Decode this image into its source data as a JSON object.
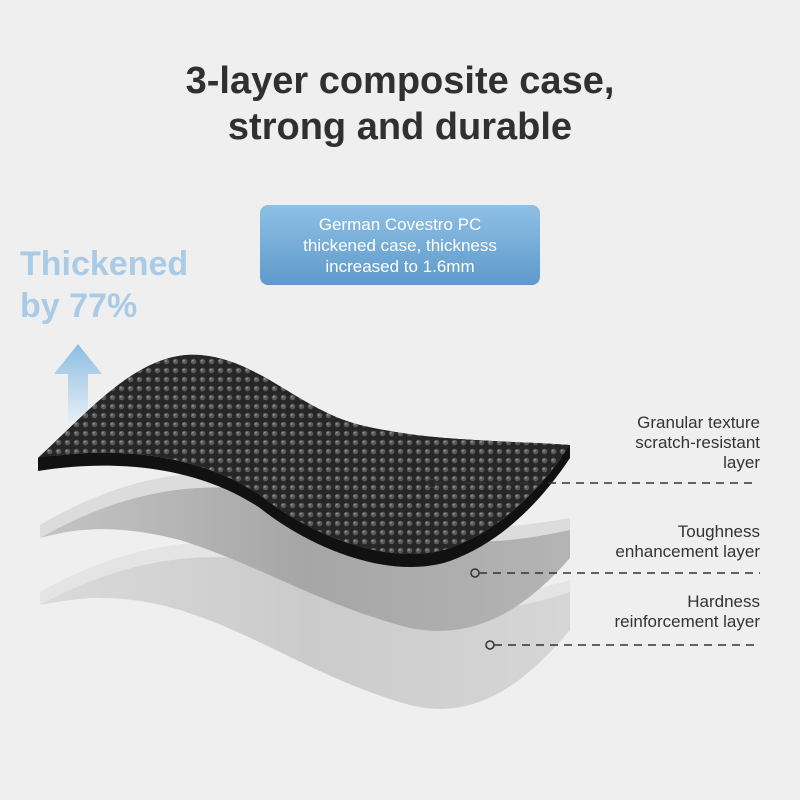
{
  "title": {
    "line1": "3-layer composite case,",
    "line2": "strong and durable"
  },
  "badge": {
    "line1": "German Covestro PC",
    "line2": "thickened case, thickness",
    "line3": "increased to 1.6mm"
  },
  "thickened": {
    "line1": "Thickened",
    "line2": "by 77%"
  },
  "layers": [
    {
      "line1": "Granular texture",
      "line2": "scratch-resistant",
      "line3": "layer"
    },
    {
      "line1": "Toughness",
      "line2": "enhancement layer"
    },
    {
      "line1": "Hardness",
      "line2": "reinforcement layer"
    }
  ],
  "colors": {
    "accent_blue": "#6aa6d4",
    "thickened_text": "#a9cbe6",
    "top_layer": "#2a2a2a",
    "middle_layer": "#a8a8a8",
    "bottom_layer": "#cfcfcf"
  },
  "icons": [
    "up-arrow-icon"
  ]
}
